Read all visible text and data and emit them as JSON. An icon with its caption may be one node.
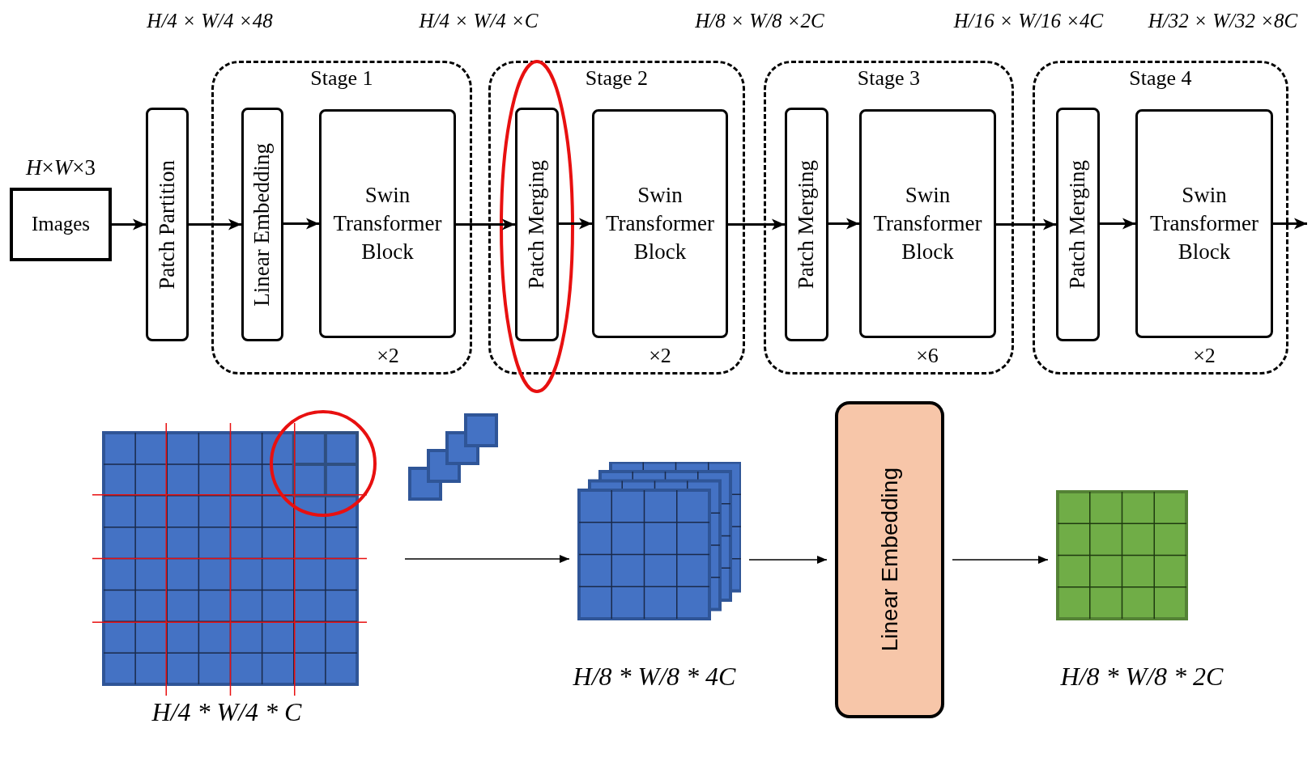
{
  "diagram": {
    "nodes": [
      {
        "text": [
          "Images"
        ],
        "beside": [
          "*H*×*W*×3"
        ]
      },
      {
        "text": [
          "Patch Partition"
        ]
      },
      {
        "text": [
          "Stage 1"
        ]
      },
      {
        "text": [
          "Linear Embedding"
        ],
        "in": 2
      },
      {
        "text": [
          "Swin Transformer Block"
        ],
        "in": 2,
        "beside": [
          "×2"
        ]
      },
      {
        "text": [
          "Stage 2"
        ]
      },
      {
        "text": [
          "Patch Merging"
        ],
        "in": 5
      },
      {
        "text": [
          "Swin Transformer Block"
        ],
        "in": 5,
        "beside": [
          "×2"
        ]
      },
      {
        "text": [
          "Stage 3"
        ]
      },
      {
        "text": [
          "Patch Merging"
        ],
        "in": 8
      },
      {
        "text": [
          "Swin Transformer Block"
        ],
        "in": 8,
        "beside": [
          "×6"
        ]
      },
      {
        "text": [
          "Stage 4"
        ]
      },
      {
        "text": [
          "Patch Merging"
        ],
        "in": 11
      },
      {
        "text": [
          "Swin Transformer Block"
        ],
        "in": 11,
        "beside": [
          "×2"
        ]
      },
      {
        "text": [],
        "shape": "picture",
        "beside": [
          "H/4 * W/4 * C"
        ]
      },
      {
        "text": [],
        "shape": "picture",
        "beside": [
          "H/8 * W/8 * 4C"
        ]
      },
      {
        "text": [
          "Linear Embedding"
        ]
      },
      {
        "text": [],
        "shape": "picture",
        "beside": [
          "H/8 * W/8 * 2C"
        ]
      }
    ],
    "edges": [
      {
        "from": 0,
        "to": 1,
        "arrow": "to"
      },
      {
        "from": 1,
        "to": 3,
        "arrow": "to"
      },
      {
        "from": 3,
        "to": 4,
        "arrow": "to"
      },
      {
        "from": 4,
        "to": 6,
        "arrow": "to"
      },
      {
        "from": 6,
        "to": 7,
        "arrow": "to"
      },
      {
        "from": 7,
        "to": 9,
        "arrow": "to"
      },
      {
        "from": 9,
        "to": 10,
        "arrow": "to"
      },
      {
        "from": 10,
        "to": 12,
        "arrow": "to"
      },
      {
        "from": 12,
        "to": 13,
        "arrow": "to"
      },
      {
        "from": 13,
        "to": null,
        "arrow": "to"
      },
      {
        "from": 14,
        "to": 15,
        "arrow": "to"
      },
      {
        "from": 15,
        "to": 16,
        "arrow": "to"
      },
      {
        "from": 16,
        "to": 17,
        "arrow": "to"
      }
    ],
    "labels": [
      "H/4 × W/4 ×48",
      "H/4 × W/4 ×C",
      "H/8 × W/8 ×2C",
      "H/16 × W/16 ×4C",
      "H/32 × W/32 ×8C"
    ]
  }
}
